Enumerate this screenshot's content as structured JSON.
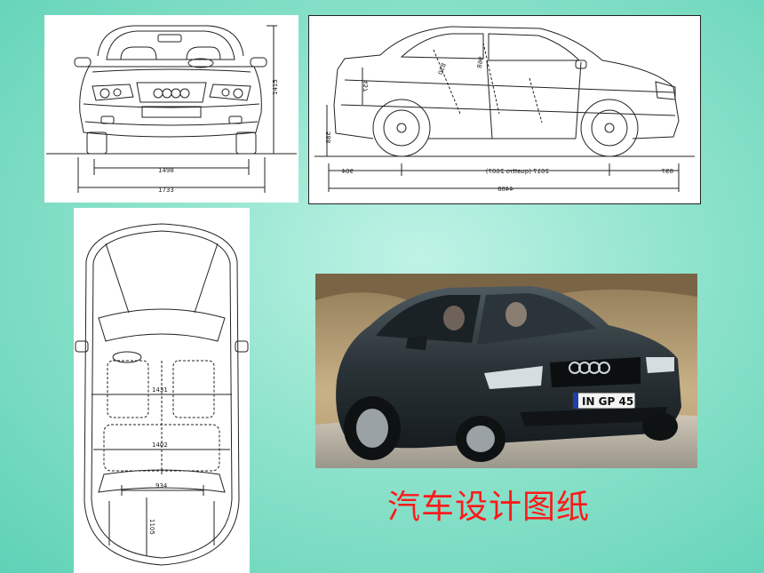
{
  "slide": {
    "caption": "汽车设计图纸",
    "caption_color": "#ff1a1a",
    "background_color": "#8fe3cc"
  },
  "front_view": {
    "dimensions": {
      "height": "1415",
      "track": "1498",
      "width": "1733"
    }
  },
  "side_view": {
    "dimensions": {
      "front_overhang": "964",
      "wheelbase": "2617 (quattro 2607)",
      "rear_overhang": "897",
      "length": "4488",
      "wheel_height": "588",
      "trunk_height": "457",
      "front_seat_height": "830",
      "rear_seat_height": "968"
    }
  },
  "top_view": {
    "dimensions": {
      "front_width": "1431",
      "rear_width": "1402",
      "rear_seat_width": "934",
      "trunk_depth": "1105"
    }
  },
  "photo": {
    "plate_text": "IN GP 45"
  }
}
